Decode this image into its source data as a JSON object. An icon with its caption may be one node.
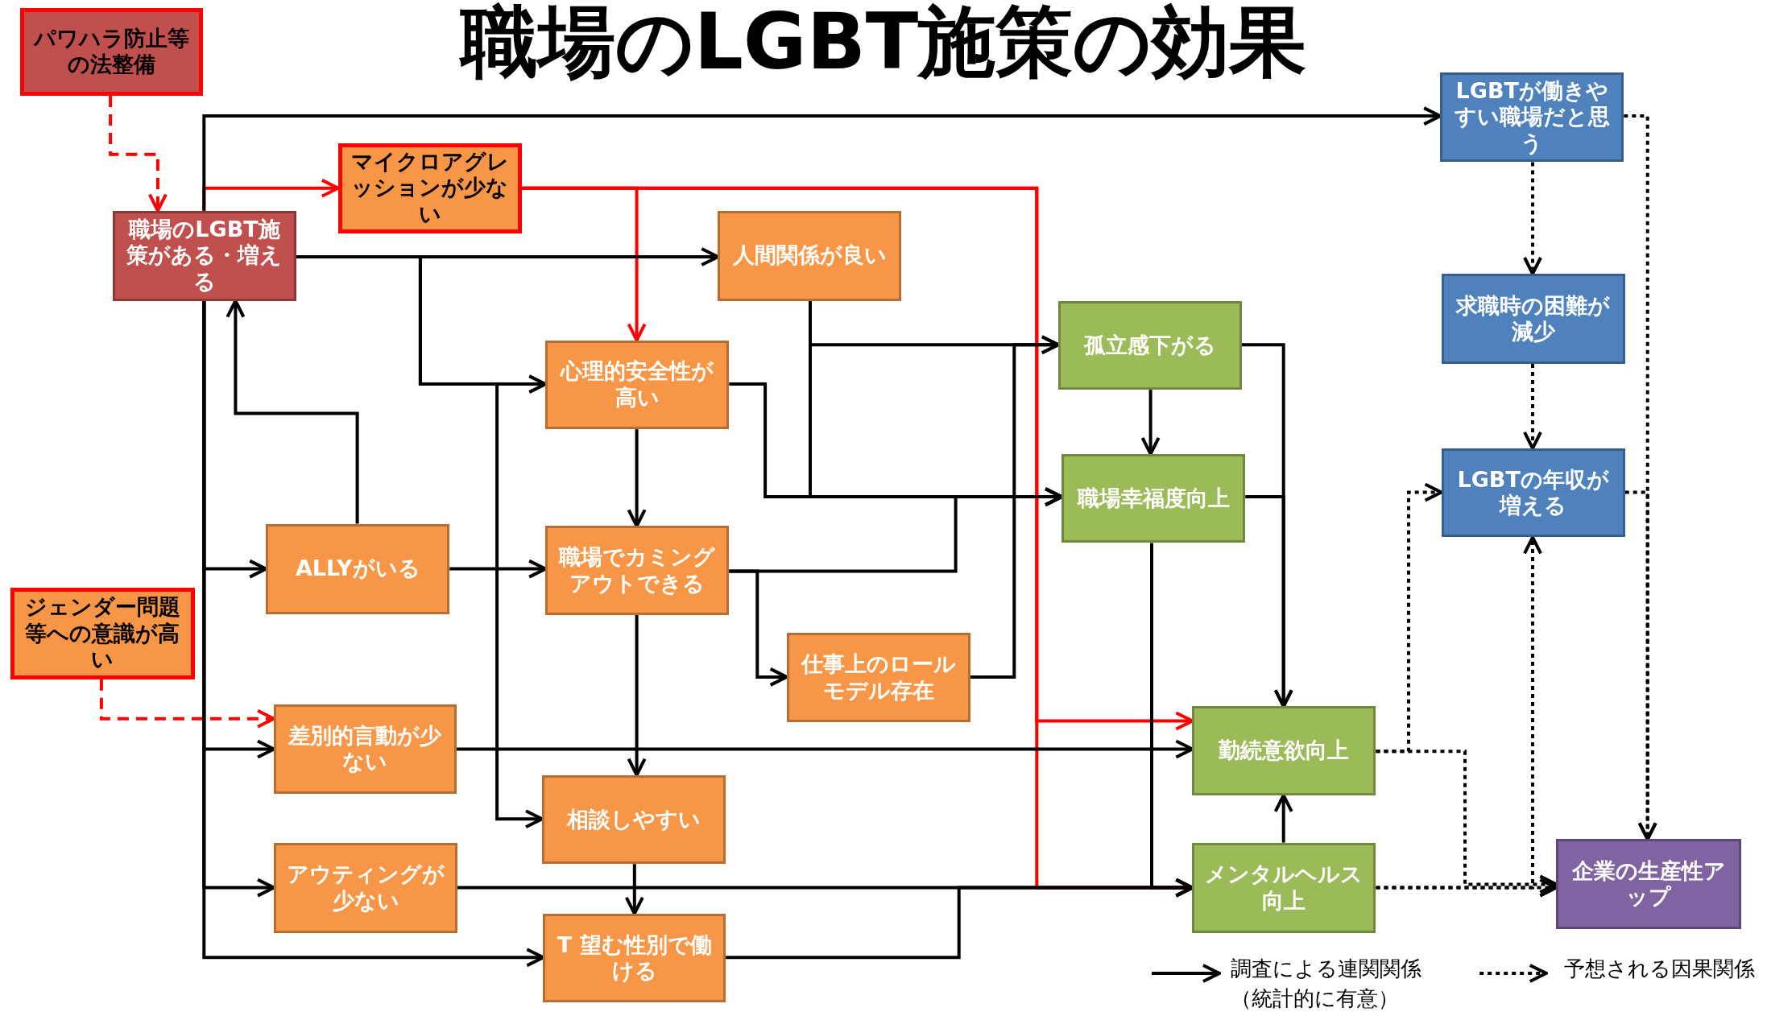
{
  "diagram": {
    "title": "職場のLGBT施策の効果",
    "nodes": [
      {
        "text": [
          "パワハラ防止等の法整備"
        ]
      },
      {
        "text": [
          "職場のLGBT施策がある・増える"
        ]
      },
      {
        "text": [
          "マイクロアグレッションが少ない"
        ]
      },
      {
        "text": [
          "人間関係が良い"
        ]
      },
      {
        "text": [
          "心理的安全性が高い"
        ]
      },
      {
        "text": [
          "ALLYがいる"
        ]
      },
      {
        "text": [
          "職場でカミングアウトできる"
        ]
      },
      {
        "text": [
          "ジェンダー問題等への意識が高い"
        ]
      },
      {
        "text": [
          "仕事上のロールモデル存在"
        ]
      },
      {
        "text": [
          "差別的言動が少ない"
        ]
      },
      {
        "text": [
          "相談しやすい"
        ]
      },
      {
        "text": [
          "アウティングが少ない"
        ]
      },
      {
        "text": [
          "T 望む性別で働ける"
        ]
      },
      {
        "text": [
          "LGBTが働きやすい職場だと思う"
        ]
      },
      {
        "text": [
          "求職時の困難が減少"
        ]
      },
      {
        "text": [
          "孤立感下がる"
        ]
      },
      {
        "text": [
          "職場幸福度向上"
        ]
      },
      {
        "text": [
          "LGBTの年収が増える"
        ]
      },
      {
        "text": [
          "勤続意欲向上"
        ]
      },
      {
        "text": [
          "メンタルヘルス向上"
        ]
      },
      {
        "text": [
          "企業の生産性アップ"
        ]
      }
    ],
    "edges": [
      {
        "from": 0,
        "to": 1,
        "arrow": "to",
        "style": "dashed",
        "color": "#ff0000"
      },
      {
        "from": 1,
        "to": 2,
        "arrow": "to",
        "color": "#ff0000"
      },
      {
        "from": 2,
        "to": 4,
        "arrow": "to",
        "color": "#ff0000"
      },
      {
        "from": 2,
        "to": 18,
        "arrow": "to",
        "color": "#ff0000"
      },
      {
        "from": 2,
        "to": 19,
        "arrow": "to",
        "color": "#ff0000"
      },
      {
        "from": 7,
        "to": 9,
        "arrow": "to",
        "style": "dashed",
        "color": "#ff0000"
      },
      {
        "from": 1,
        "to": 13,
        "arrow": "to"
      },
      {
        "from": 1,
        "to": 3,
        "arrow": "to"
      },
      {
        "from": 1,
        "to": 4,
        "arrow": "to"
      },
      {
        "from": 1,
        "to": 10,
        "arrow": "to"
      },
      {
        "from": 1,
        "to": 5,
        "arrow": "to"
      },
      {
        "from": 1,
        "to": 9,
        "arrow": "to"
      },
      {
        "from": 1,
        "to": 11,
        "arrow": "to"
      },
      {
        "from": 1,
        "to": 12,
        "arrow": "to"
      },
      {
        "from": 5,
        "to": 1,
        "arrow": "to"
      },
      {
        "from": 5,
        "to": 6,
        "arrow": "to"
      },
      {
        "from": 4,
        "to": 6,
        "arrow": "to"
      },
      {
        "from": 4,
        "to": 16,
        "arrow": "to"
      },
      {
        "from": 3,
        "to": 15,
        "arrow": "to"
      },
      {
        "from": 3,
        "to": 16,
        "arrow": "to"
      },
      {
        "from": 6,
        "to": 16,
        "arrow": "to"
      },
      {
        "from": 6,
        "to": 8,
        "arrow": "to"
      },
      {
        "from": 8,
        "to": 15,
        "arrow": "to"
      },
      {
        "from": 6,
        "to": 10,
        "arrow": "to"
      },
      {
        "from": 10,
        "to": 12,
        "arrow": "to"
      },
      {
        "from": 9,
        "to": 18,
        "arrow": "to"
      },
      {
        "from": 11,
        "to": 19,
        "arrow": "to"
      },
      {
        "from": 12,
        "to": 19,
        "arrow": "to"
      },
      {
        "from": 15,
        "to": 16,
        "arrow": "to"
      },
      {
        "from": 15,
        "to": 18,
        "arrow": "to"
      },
      {
        "from": 16,
        "to": 18,
        "arrow": "to"
      },
      {
        "from": 16,
        "to": 19,
        "arrow": "to"
      },
      {
        "from": 19,
        "to": 18,
        "arrow": "to"
      },
      {
        "from": 13,
        "to": 14,
        "arrow": "to",
        "style": "dashed"
      },
      {
        "from": 14,
        "to": 17,
        "arrow": "to",
        "style": "dashed"
      },
      {
        "from": 13,
        "to": 20,
        "arrow": "to",
        "style": "dashed"
      },
      {
        "from": 17,
        "to": 20,
        "arrow": "to",
        "style": "dashed"
      },
      {
        "from": 18,
        "to": 17,
        "arrow": "to",
        "style": "dashed"
      },
      {
        "from": 18,
        "to": 20,
        "arrow": "to",
        "style": "dashed"
      },
      {
        "from": 19,
        "to": 20,
        "arrow": "to",
        "style": "dashed"
      },
      {
        "from": 19,
        "to": 17,
        "arrow": "to",
        "style": "dashed"
      }
    ],
    "legend": [
      {
        "text": "調査による連関関係（統計的に有意）"
      },
      {
        "text": "予想される因果関係"
      }
    ]
  }
}
